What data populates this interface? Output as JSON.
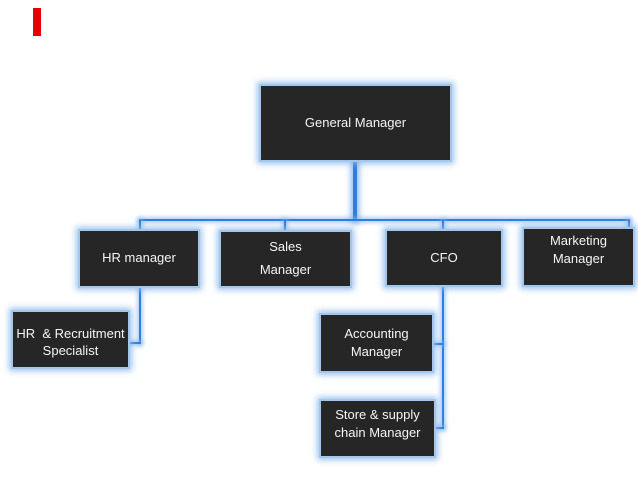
{
  "slide": {
    "background_color": "#ffffff",
    "accent_bar_color": "#e60000"
  },
  "colors": {
    "node_fill": "#262626",
    "node_border": "#a3c7ea",
    "node_glow": "#8dbaeb",
    "node_text": "#f5f5f5",
    "connector": "#2f7ede"
  },
  "org_chart": {
    "nodes": {
      "general_manager": {
        "text": "General Manager"
      },
      "hr_manager": {
        "text": "HR manager"
      },
      "sales_manager": {
        "line1": "Sales",
        "line2": "Manager"
      },
      "cfo": {
        "text": "CFO"
      },
      "marketing_manager": {
        "line1": "Marketing",
        "line2": "Manager"
      },
      "hr_recruitment_specialist": {
        "line1": "HR  & Recruitment",
        "line2": "Specialist"
      },
      "accounting_manager": {
        "line1": "Accounting",
        "line2": "Manager"
      },
      "store_supply_chain_manager": {
        "line1": "Store & supply",
        "line2": "chain Manager"
      }
    },
    "hierarchy": [
      {
        "parent": "General Manager",
        "child": "HR manager"
      },
      {
        "parent": "General Manager",
        "child": "Sales Manager"
      },
      {
        "parent": "General Manager",
        "child": "CFO"
      },
      {
        "parent": "General Manager",
        "child": "Marketing Manager"
      },
      {
        "parent": "HR manager",
        "child": "HR  & Recruitment Specialist"
      },
      {
        "parent": "CFO",
        "child": "Accounting Manager"
      },
      {
        "parent": "CFO",
        "child": "Store & supply chain Manager"
      }
    ]
  }
}
